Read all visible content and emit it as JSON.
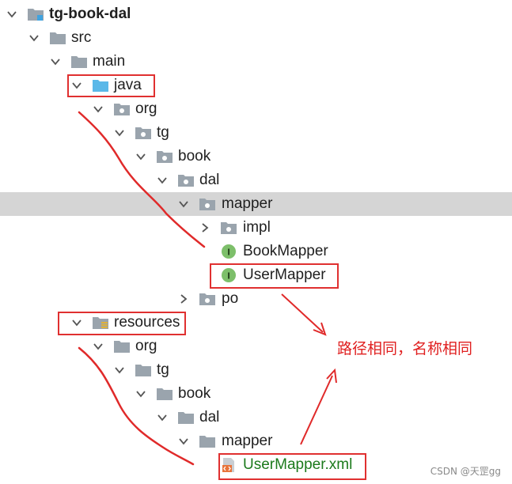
{
  "tree": {
    "items": [
      {
        "label": "tg-book-dal"
      },
      {
        "label": "src"
      },
      {
        "label": "main"
      },
      {
        "label": "java"
      },
      {
        "label": "org"
      },
      {
        "label": "tg"
      },
      {
        "label": "book"
      },
      {
        "label": "dal"
      },
      {
        "label": "mapper"
      },
      {
        "label": "impl"
      },
      {
        "label": "BookMapper"
      },
      {
        "label": "UserMapper"
      },
      {
        "label": "po"
      },
      {
        "label": "resources"
      },
      {
        "label": "org"
      },
      {
        "label": "tg"
      },
      {
        "label": "book"
      },
      {
        "label": "dal"
      },
      {
        "label": "mapper"
      },
      {
        "label": "UserMapper.xml"
      }
    ]
  },
  "annotation": {
    "text": "路径相同，名称相同"
  },
  "watermark": {
    "text": "CSDN @天罡gg"
  },
  "colors": {
    "highlight_box": "#e03030",
    "annotation_text": "#e02020",
    "selected_row": "#d5d5d5",
    "folder_icon": "#9aa4ad",
    "source_folder_icon": "#5bb8e8",
    "interface_badge": "#7dbf6a"
  }
}
